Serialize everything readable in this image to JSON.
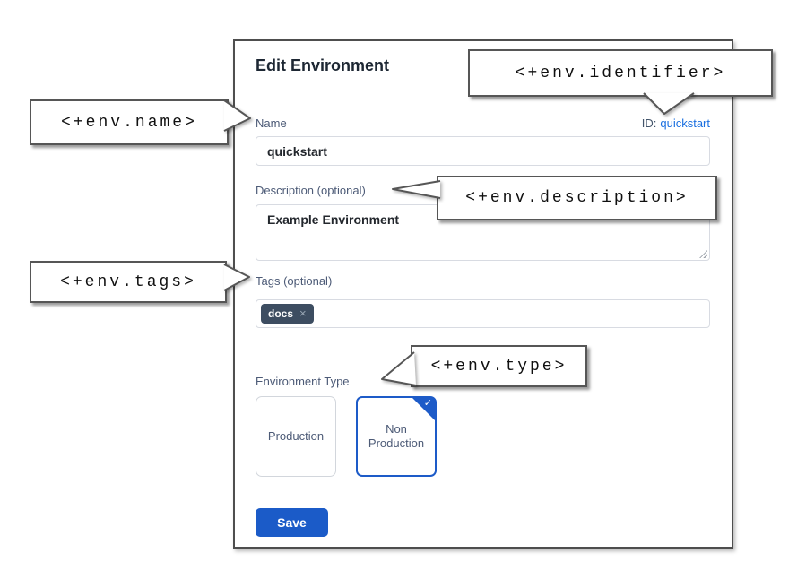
{
  "dialog": {
    "title": "Edit Environment",
    "name": {
      "label": "Name",
      "value": "quickstart"
    },
    "identifier": {
      "label": "ID:",
      "value": "quickstart"
    },
    "description": {
      "label": "Description (optional)",
      "value": "Example Environment"
    },
    "tags": {
      "label": "Tags (optional)",
      "items": [
        {
          "label": "docs"
        }
      ]
    },
    "environment_type": {
      "label": "Environment Type",
      "options": [
        {
          "label": "Production",
          "selected": false
        },
        {
          "label": "Non Production",
          "selected": true
        }
      ]
    },
    "save_label": "Save"
  },
  "callouts": {
    "identifier": "<+env.identifier>",
    "name": "<+env.name>",
    "description": "<+env.description>",
    "tags": "<+env.tags>",
    "type": "<+env.type>"
  },
  "icons": {
    "check": "✓",
    "remove": "×"
  },
  "colors": {
    "accent_blue": "#1b5bc8",
    "link_blue": "#1a6fe0",
    "tag_chip_bg": "#3d4d61",
    "label_slate": "#4d5b77"
  }
}
